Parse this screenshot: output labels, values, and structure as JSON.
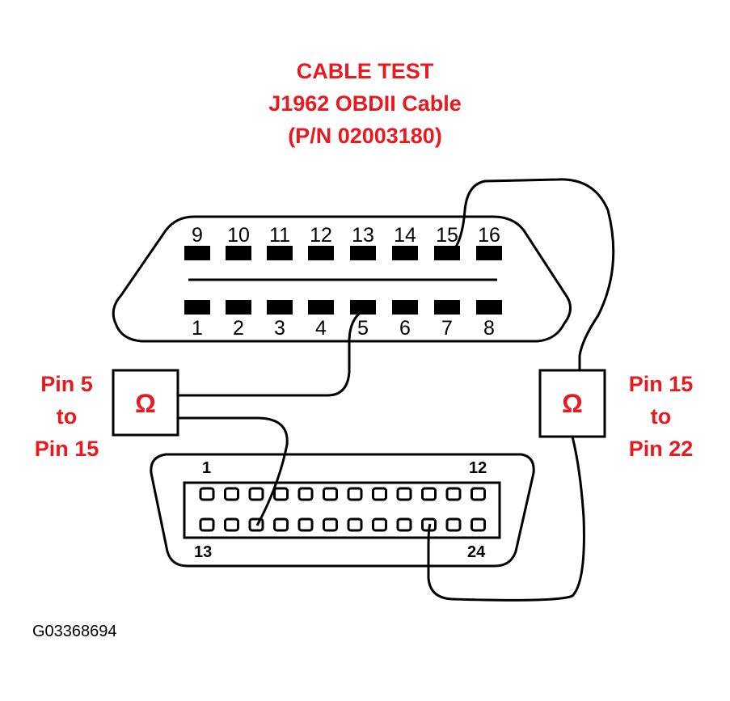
{
  "title": {
    "line1": "CABLE TEST",
    "line2": "J1962 OBDII Cable",
    "line3": "(P/N  02003180)"
  },
  "left_test": {
    "lines": [
      "Pin 5",
      "to",
      "Pin 15"
    ],
    "meter_symbol": "Ω"
  },
  "right_test": {
    "lines": [
      "Pin 15",
      "to",
      "Pin 22"
    ],
    "meter_symbol": "Ω"
  },
  "obd_connector": {
    "top_pins": [
      "9",
      "10",
      "11",
      "12",
      "13",
      "14",
      "15",
      "16"
    ],
    "bottom_pins": [
      "1",
      "2",
      "3",
      "4",
      "5",
      "6",
      "7",
      "8"
    ]
  },
  "db24_connector": {
    "label_top_left": "1",
    "label_top_right": "12",
    "label_bottom_left": "13",
    "label_bottom_right": "24"
  },
  "figure_id": "G03368694",
  "colors": {
    "label_red": "#e8191f",
    "line_black": "#000000"
  }
}
